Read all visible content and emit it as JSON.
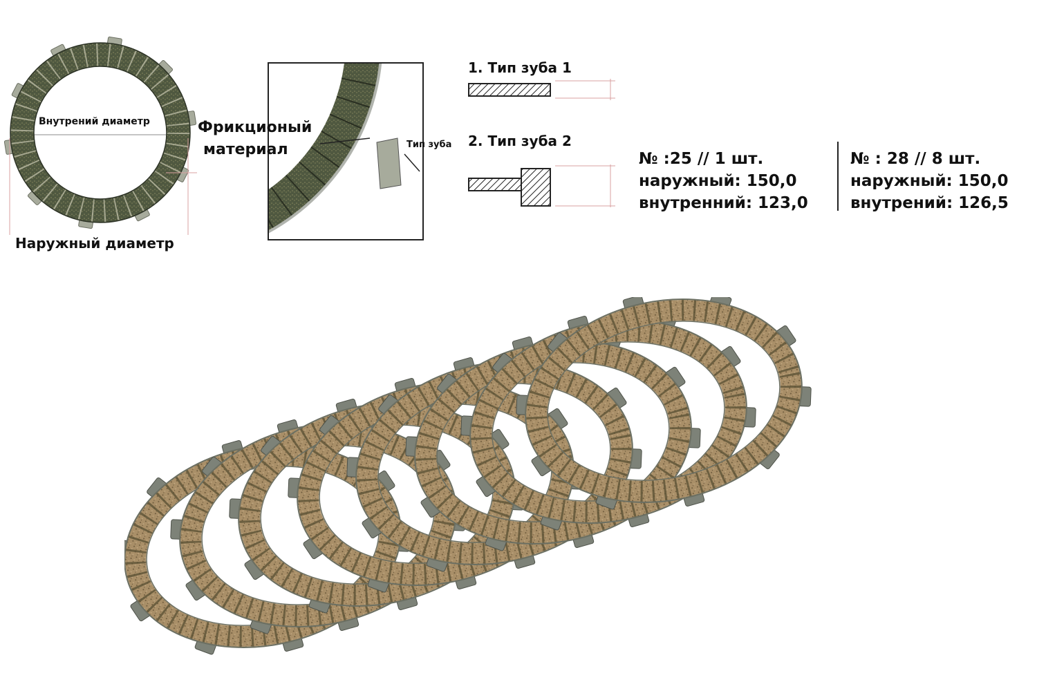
{
  "diagram": {
    "inner_diameter_label": "Внутрений диаметр",
    "outer_diameter_label": "Наружный диаметр",
    "friction_material_label_line1": "Фрикционый",
    "friction_material_label_line2": "материал",
    "tooth_type_label": "Тип зуба",
    "tooth_type_1": "1. Тип зуба 1",
    "tooth_type_2": "2. Тип зуба 2"
  },
  "specs": [
    {
      "title": "№ :25 //  1 шт.",
      "outer": "наружный: 150,0",
      "inner": "внутренний: 123,0"
    },
    {
      "title": "№ : 28 // 8 шт.",
      "outer": "наружный: 150,0",
      "inner": "внутрений: 126,5"
    }
  ],
  "colors": {
    "friction_dark": "#4f5840",
    "friction_light": "#a98f68",
    "tab_grey": "#7d8278",
    "dim_line_red": "#d9a0a0"
  }
}
